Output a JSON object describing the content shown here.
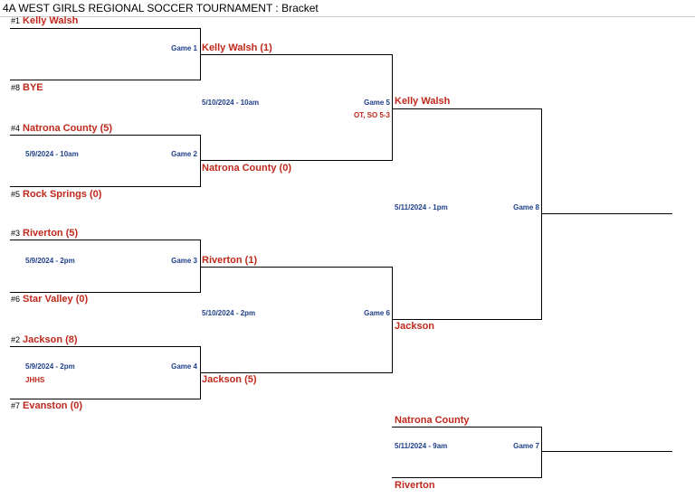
{
  "title": "4A WEST GIRLS REGIONAL SOCCER TOURNAMENT : Bracket",
  "colors": {
    "team": "#c0281c",
    "info": "#1e3f8a",
    "line": "#000000"
  },
  "round1": [
    {
      "seed": "#1",
      "team": "Kelly Walsh"
    },
    {
      "seed": "#8",
      "team": "BYE"
    },
    {
      "seed": "#4",
      "team": "Natrona County (5)"
    },
    {
      "seed": "#5",
      "team": "Rock Springs (0)"
    },
    {
      "seed": "#3",
      "team": "Riverton (5)"
    },
    {
      "seed": "#6",
      "team": "Star Valley (0)"
    },
    {
      "seed": "#2",
      "team": "Jackson (8)"
    },
    {
      "seed": "#7",
      "team": "Evanston (0)"
    }
  ],
  "games": {
    "g1": {
      "label": "Game 1",
      "date": ""
    },
    "g2": {
      "label": "Game 2",
      "date": "5/9/2024 - 10am"
    },
    "g3": {
      "label": "Game 3",
      "date": "5/9/2024 - 2pm"
    },
    "g4": {
      "label": "Game 4",
      "date": "5/9/2024 - 2pm",
      "venue": "JHHS"
    },
    "g5": {
      "label": "Game 5",
      "date": "5/10/2024 - 10am",
      "note": "OT, SO 5-3"
    },
    "g6": {
      "label": "Game 6",
      "date": "5/10/2024 - 2pm"
    },
    "g7": {
      "label": "Game 7",
      "date": "5/11/2024 - 9am"
    },
    "g8": {
      "label": "Game 8",
      "date": "5/11/2024 - 1pm"
    }
  },
  "round2": [
    {
      "team": "Kelly Walsh (1)"
    },
    {
      "team": "Natrona County (0)"
    },
    {
      "team": "Riverton (1)"
    },
    {
      "team": "Jackson (5)"
    }
  ],
  "semis": [
    {
      "team": "Kelly Walsh"
    },
    {
      "team": "Jackson"
    }
  ],
  "consolation": [
    {
      "team": "Natrona County"
    },
    {
      "team": "Riverton"
    }
  ]
}
